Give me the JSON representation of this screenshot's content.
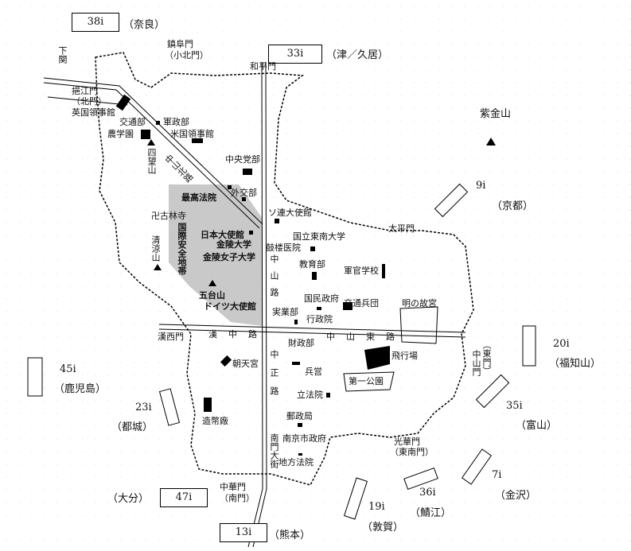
{
  "units": {
    "u38": {
      "code": "38i",
      "name": "（奈良）"
    },
    "u33": {
      "code": "33i",
      "name": "（津／久居）"
    },
    "u9": {
      "code": "9i",
      "name": "（京都）"
    },
    "u20": {
      "code": "20i",
      "name": "（福知山）"
    },
    "u35": {
      "code": "35i",
      "name": "（富山）"
    },
    "u7": {
      "code": "7i",
      "name": "（金沢）"
    },
    "u36": {
      "code": "36i",
      "name": "（鯖江）"
    },
    "u19": {
      "code": "19i",
      "name": "（敦賀）"
    },
    "u13": {
      "code": "13i",
      "name": "（熊本）"
    },
    "u47": {
      "code": "47i",
      "name": "（大分）"
    },
    "u23": {
      "code": "23i",
      "name": "（都城）"
    },
    "u45": {
      "code": "45i",
      "name": "（鹿児島）"
    }
  },
  "gates": {
    "xiaguan": "下関",
    "yijiang": "挹江門",
    "yijiang_alt": "（北門）",
    "zhenfu": "鎮阜門",
    "zhenfu_alt": "（小北門）",
    "heping": "和平門",
    "taiping": "太平門",
    "zhongshan": "中山門",
    "zhongshan_alt": "（東門）",
    "guanghua": "光華門",
    "guanghua_alt": "（東南門）",
    "zhonghua": "中華門",
    "zhonghua_alt": "（南門）",
    "hanxi": "漢西門"
  },
  "places": {
    "british": "英国領事館",
    "transport": "交通部",
    "military": "軍政部",
    "agri": "農学園",
    "us": "米国領事館",
    "sishan": "四望山",
    "party": "中央党部",
    "foreign": "外交部",
    "supreme": "最高法院",
    "gulin": "卍古林寺",
    "safety": "国際安全地帯",
    "qingliang": "清涼山",
    "japan": "日本大使館",
    "jinling": "金陵大学",
    "jinling_w": "金陵女子大学",
    "wutai": "五台山",
    "germany": "ドイツ大使館",
    "soviet": "ソ連大使館",
    "gulou": "鼓楼医院",
    "southeast": "国立東南大学",
    "education": "教育部",
    "officer": "軍官学校",
    "govt": "国民政府",
    "transport_corps": "交通兵団",
    "ming": "明の故宮",
    "industry": "実業部",
    "executive": "行政院",
    "finance": "財政部",
    "airfield": "飛行場",
    "chaotian": "朝天宮",
    "barracks": "兵営",
    "park": "第一公園",
    "legislative": "立法院",
    "mint": "造幣廠",
    "post": "郵政局",
    "city_gov": "南京市政府",
    "court": "地方法院",
    "zijin": "紫金山"
  },
  "roads": {
    "zhongshan_n": "中山北路",
    "zhongshan": "中山路",
    "hanzhong": "漢中路",
    "zhongshan_e": "中山東路",
    "zhongzheng": "中正路",
    "nanmen": "南門大街"
  }
}
